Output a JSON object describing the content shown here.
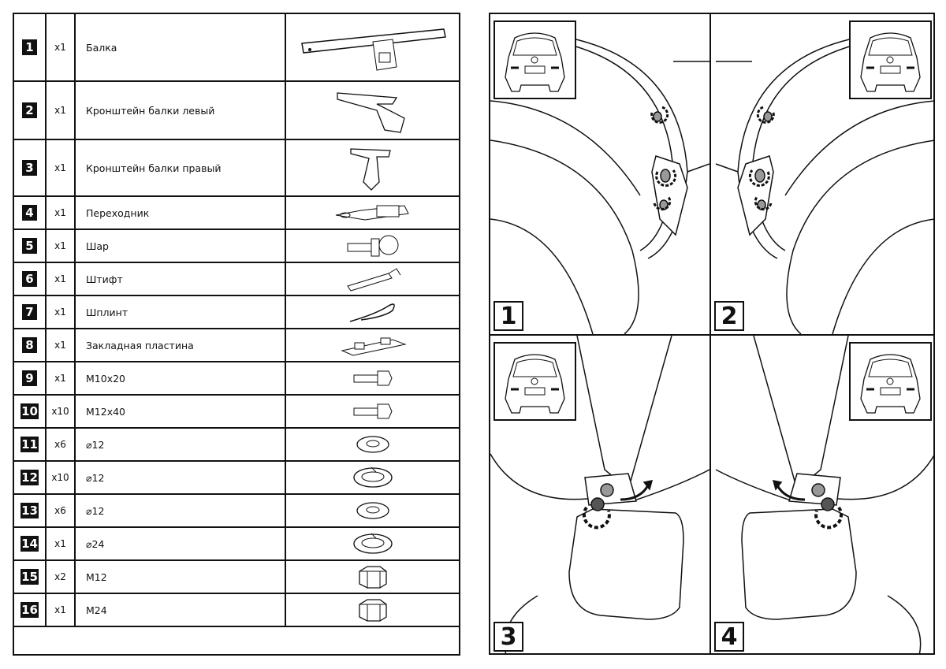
{
  "parts": [
    {
      "num": "1",
      "qty": "x1",
      "name": "Балка",
      "icon": "tow-beam"
    },
    {
      "num": "2",
      "qty": "x1",
      "name": "Кронштейн балки левый",
      "icon": "left-bracket"
    },
    {
      "num": "3",
      "qty": "x1",
      "name": "Кронштейн балки правый",
      "icon": "right-bracket"
    },
    {
      "num": "4",
      "qty": "x1",
      "name": "Переходник",
      "icon": "adapter"
    },
    {
      "num": "5",
      "qty": "x1",
      "name": "Шар",
      "icon": "tow-ball"
    },
    {
      "num": "6",
      "qty": "x1",
      "name": "Штифт",
      "icon": "pin"
    },
    {
      "num": "7",
      "qty": "x1",
      "name": "Шплинт",
      "icon": "cotter-pin"
    },
    {
      "num": "8",
      "qty": "x1",
      "name": "Закладная пластина",
      "icon": "plate"
    },
    {
      "num": "9",
      "qty": "x1",
      "name": "M10x20",
      "icon": "bolt"
    },
    {
      "num": "10",
      "qty": "x10",
      "name": "M12x40",
      "icon": "bolt"
    },
    {
      "num": "11",
      "qty": "x6",
      "name": "⌀12",
      "icon": "washer"
    },
    {
      "num": "12",
      "qty": "x10",
      "name": "⌀12",
      "icon": "spring-washer"
    },
    {
      "num": "13",
      "qty": "x6",
      "name": "⌀12",
      "icon": "washer"
    },
    {
      "num": "14",
      "qty": "x1",
      "name": "⌀24",
      "icon": "spring-washer"
    },
    {
      "num": "15",
      "qty": "x2",
      "name": "M12",
      "icon": "nut"
    },
    {
      "num": "16",
      "qty": "x1",
      "name": "M24",
      "icon": "nut"
    }
  ],
  "steps": [
    {
      "num": "1"
    },
    {
      "num": "2"
    },
    {
      "num": "3"
    },
    {
      "num": "4"
    }
  ]
}
